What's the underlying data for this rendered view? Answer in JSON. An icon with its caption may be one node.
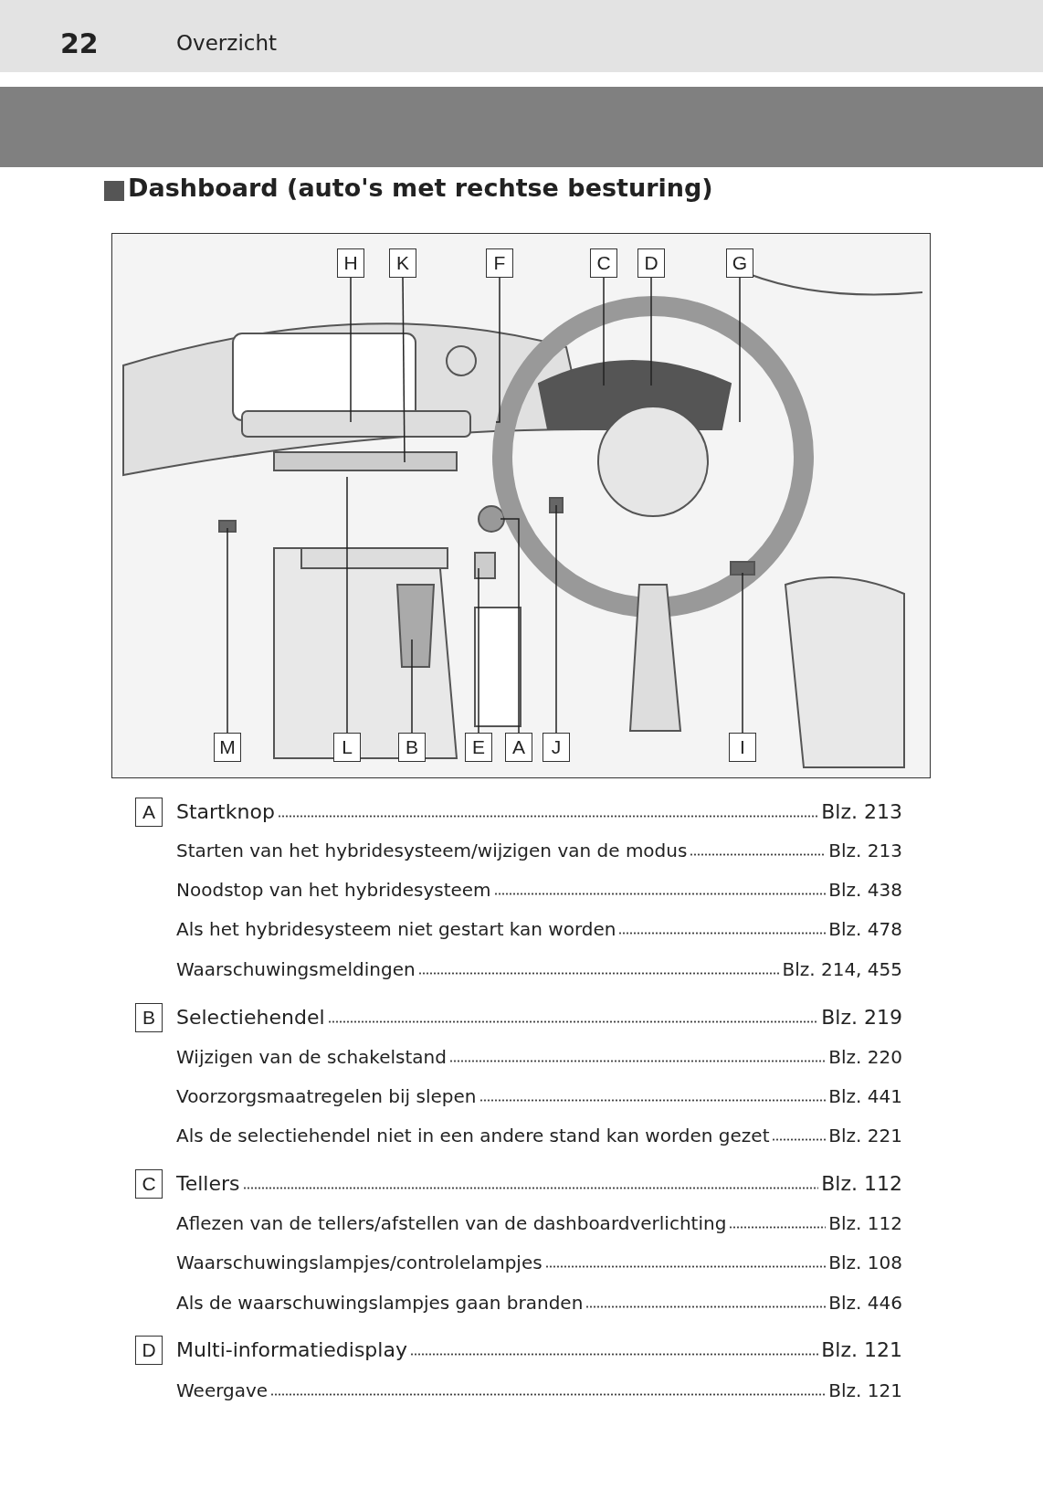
{
  "diagram": {
    "title": "Dashboard (auto's met rechtse besturing)",
    "nodes": [
      {
        "text": [
          "H"
        ]
      },
      {
        "text": [
          "K"
        ]
      },
      {
        "text": [
          "F"
        ]
      },
      {
        "text": [
          "C"
        ]
      },
      {
        "text": [
          "D"
        ]
      },
      {
        "text": [
          "G"
        ]
      },
      {
        "text": [
          "M"
        ]
      },
      {
        "text": [
          "L"
        ]
      },
      {
        "text": [
          "B"
        ]
      },
      {
        "text": [
          "E"
        ]
      },
      {
        "text": [
          "A"
        ]
      },
      {
        "text": [
          "J"
        ]
      },
      {
        "text": [
          "I"
        ]
      },
      {
        "text": [
          "A"
        ]
      },
      {
        "text": [
          "B"
        ]
      },
      {
        "text": [
          "C"
        ]
      },
      {
        "text": [
          "D"
        ]
      }
    ],
    "edges": [
      {
        "from": 0,
        "to": null,
        "arrow": "none"
      },
      {
        "from": 1,
        "to": null,
        "arrow": "none"
      },
      {
        "from": 2,
        "to": null,
        "arrow": "none"
      },
      {
        "from": 3,
        "to": null,
        "arrow": "none"
      },
      {
        "from": 4,
        "to": null,
        "arrow": "none"
      },
      {
        "from": 5,
        "to": null,
        "arrow": "none"
      },
      {
        "from": 6,
        "to": null,
        "arrow": "none"
      },
      {
        "from": 7,
        "to": null,
        "arrow": "none"
      },
      {
        "from": 8,
        "to": null,
        "arrow": "none"
      },
      {
        "from": 9,
        "to": null,
        "arrow": "none"
      },
      {
        "from": 10,
        "to": null,
        "arrow": "none"
      },
      {
        "from": 11,
        "to": null,
        "arrow": "none"
      },
      {
        "from": 12,
        "to": null,
        "arrow": "none"
      }
    ],
    "labels": [
      "22",
      "Overzicht",
      "Startknop",
      "Blz. 213",
      "Starten van het hybridesysteem/wijzigen van de modus",
      "Blz. 213",
      "Noodstop van het hybridesysteem",
      "Blz. 438",
      "Als het hybridesysteem niet gestart kan worden",
      "Blz. 478",
      "Waarschuwingsmeldingen",
      "Blz. 214, 455",
      "Selectiehendel",
      "Blz. 219",
      "Wijzigen van de schakelstand",
      "Blz. 220",
      "Voorzorgsmaatregelen bij slepen",
      "Blz. 441",
      "Als de selectiehendel niet in een andere stand kan worden gezet",
      "Blz. 221",
      "Tellers",
      "Blz. 112",
      "Aflezen van de tellers/afstellen van de dashboardverlichting",
      "Blz. 112",
      "Waarschuwingslampjes/controlelampjes",
      "Blz. 108",
      "Als de waarschuwingslampjes gaan branden",
      "Blz. 446",
      "Multi-informatiedisplay",
      "Blz. 121",
      "Weergave",
      "Blz. 121"
    ]
  }
}
